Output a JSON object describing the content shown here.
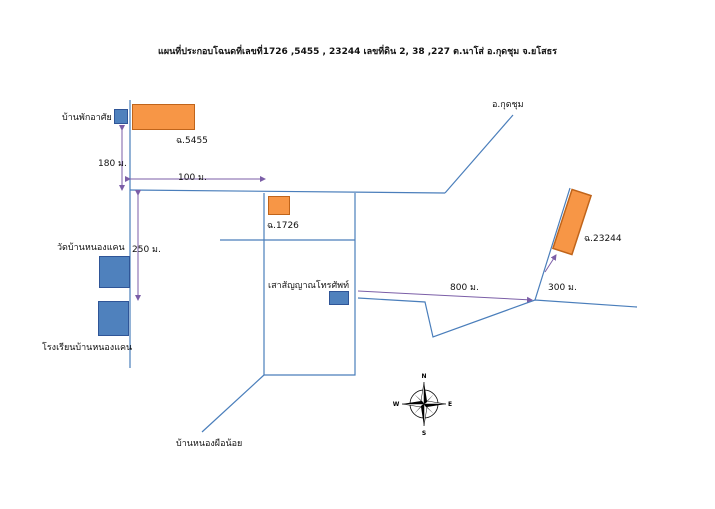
{
  "title": "แผนที่ประกอบโฉนดที่เลขที่1726 ,5455 , 23244 เลขที่ดิน 2, 38 ,227 ต.นาโส่ อ.กุดชุม จ.ยโสธร",
  "places": {
    "home": "บ้านพักอาศัย",
    "temple": "วัดบ้านหนองแคน",
    "school": "โรงเรียนบ้านหนองแคน",
    "antenna": "เสาสัญญาณโทรศัพท์",
    "village": "บ้านหนองผือน้อย",
    "district": "อ.กุดชุม"
  },
  "parcels": {
    "p5455": "ฉ.5455",
    "p1726": "ฉ.1726",
    "p23244": "ฉ.23244"
  },
  "distances": {
    "d180": "180 ม.",
    "d100": "100 ม.",
    "d250": "250 ม.",
    "d800": "800 ม.",
    "d300": "300 ม."
  },
  "compass": {
    "n": "N",
    "s": "S",
    "e": "E",
    "w": "W"
  },
  "colors": {
    "road": "#4a7ebb",
    "arrow": "#7b5ea7",
    "parcel": "#f79646",
    "building": "#4f81bd"
  }
}
